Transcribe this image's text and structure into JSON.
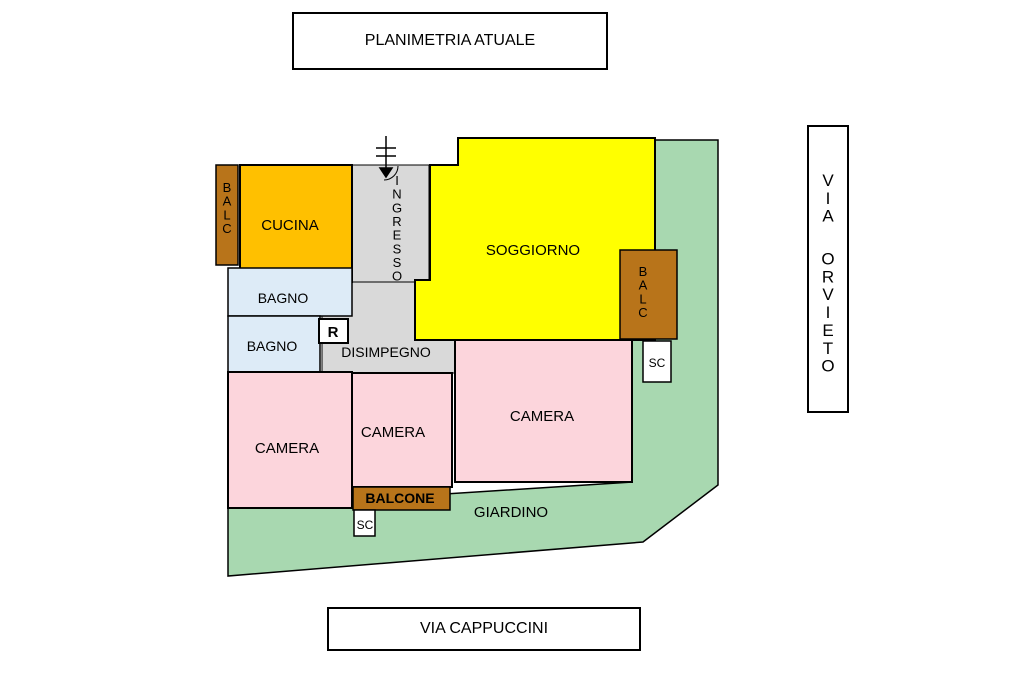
{
  "title": "PLANIMETRIA ATUALE",
  "street_south": "VIA CAPPUCCINI",
  "street_east": "VIA ORVIETO",
  "rooms": {
    "cucina": "CUCINA",
    "soggiorno": "SOGGIORNO",
    "bagno_1": "BAGNO",
    "bagno_2": "BAGNO",
    "ripostiglio": "R",
    "disimpegno": "DISIMPEGNO",
    "ingresso": "INGRESSO",
    "camera_1": "CAMERA",
    "camera_2": "CAMERA",
    "camera_3": "CAMERA",
    "balcone": "BALCONE",
    "balc_west": "BALC",
    "balc_east": "BALC",
    "giardino": "GIARDINO",
    "sc_1": "SC",
    "sc_2": "SC"
  },
  "colors": {
    "garden": "#a8d8b0",
    "kitchen": "#ffc000",
    "living": "#ffff00",
    "bathroom": "#ddebf7",
    "bedroom": "#fcd5dc",
    "hall": "#d9d9d9",
    "balcony": "#b8741a"
  }
}
